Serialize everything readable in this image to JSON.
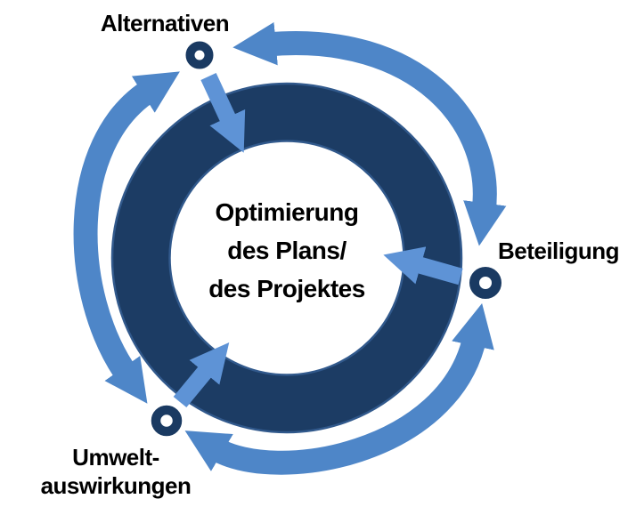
{
  "diagram": {
    "center_label": {
      "line1": "Optimierung",
      "line2": "des Plans/",
      "line3": "des Projektes"
    },
    "nodes": [
      {
        "id": "alternativen",
        "label": "Alternativen"
      },
      {
        "id": "beteiligung",
        "label": "Beteiligung"
      },
      {
        "id": "umweltauswirkungen",
        "label_line1": "Umwelt-",
        "label_line2": "auswirkungen"
      }
    ],
    "connections": [
      {
        "from": "beteiligung",
        "to": "alternativen",
        "bidirectional": true,
        "style": "curved"
      },
      {
        "from": "alternativen",
        "to": "umweltauswirkungen",
        "bidirectional": true,
        "style": "curved"
      },
      {
        "from": "umweltauswirkungen",
        "to": "beteiligung",
        "bidirectional": true,
        "style": "curved"
      },
      {
        "from": "alternativen",
        "to": "center",
        "bidirectional": false,
        "style": "straight"
      },
      {
        "from": "beteiligung",
        "to": "center",
        "bidirectional": false,
        "style": "straight"
      },
      {
        "from": "umweltauswirkungen",
        "to": "center",
        "bidirectional": false,
        "style": "straight"
      }
    ],
    "colors": {
      "ring": "#1C3C64",
      "ring_edge": "#31598C",
      "node_marker": "#1A3A62",
      "arrow_curved": "#4E86C8",
      "arrow_straight": "#5E93D6",
      "label_text": "#000000",
      "background": "#FFFFFF"
    }
  }
}
